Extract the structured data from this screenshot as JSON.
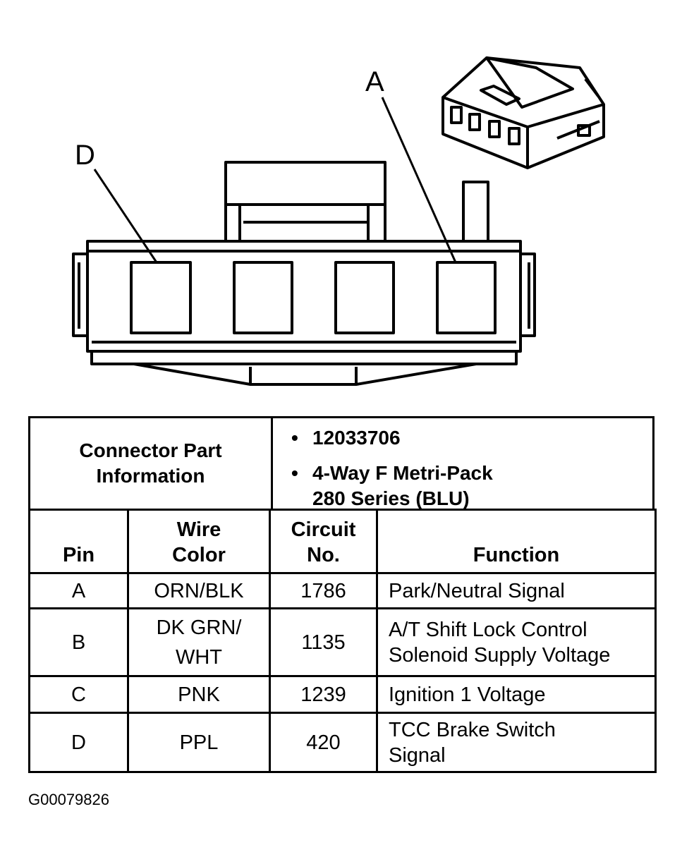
{
  "diagram": {
    "callouts": {
      "a": "A",
      "d": "D"
    }
  },
  "info": {
    "label_line1": "Connector Part",
    "label_line2": "Information",
    "bullet": "•",
    "part_number": "12033706",
    "desc_line1": "4-Way F Metri-Pack",
    "desc_line2": "280 Series (BLU)"
  },
  "table": {
    "headers": {
      "pin": "Pin",
      "wire_color_1": "Wire",
      "wire_color_2": "Color",
      "circuit_1": "Circuit",
      "circuit_2": "No.",
      "function": "Function"
    },
    "rows": [
      {
        "pin": "A",
        "wire_1": "ORN/BLK",
        "wire_2": "",
        "circuit": "1786",
        "func_1": "Park/Neutral Signal",
        "func_2": ""
      },
      {
        "pin": "B",
        "wire_1": "DK GRN/",
        "wire_2": "WHT",
        "circuit": "1135",
        "func_1": "A/T Shift Lock Control",
        "func_2": "Solenoid Supply Voltage"
      },
      {
        "pin": "C",
        "wire_1": "PNK",
        "wire_2": "",
        "circuit": "1239",
        "func_1": "Ignition 1 Voltage",
        "func_2": ""
      },
      {
        "pin": "D",
        "wire_1": "PPL",
        "wire_2": "",
        "circuit": "420",
        "func_1": "TCC Brake Switch",
        "func_2": "Signal"
      }
    ]
  },
  "reference_id": "G00079826"
}
